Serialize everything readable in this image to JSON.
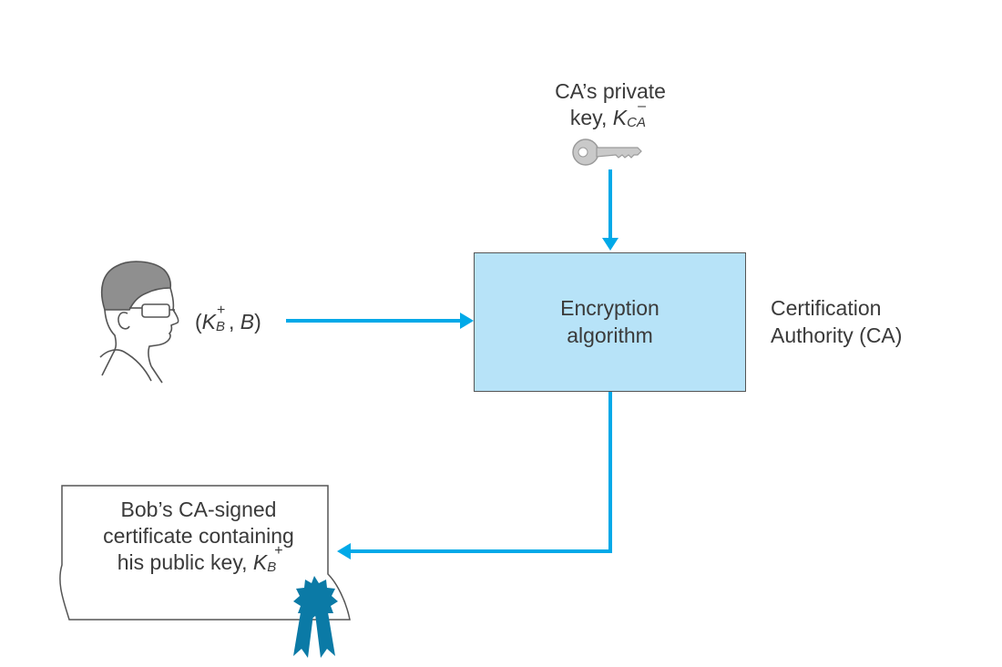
{
  "ca_key_label": {
    "line1": "CA’s private",
    "line2_prefix": "key, ",
    "key_symbol": "K",
    "key_subscript": "CA",
    "key_superscript": "–"
  },
  "bob_input_label": {
    "open": "(",
    "key_symbol": "K",
    "key_subscript": "B",
    "key_superscript": "+",
    "separator": ", ",
    "identity": "B",
    "close": ")"
  },
  "encryption_box": {
    "line1": "Encryption",
    "line2": "algorithm"
  },
  "ca_label": {
    "line1": "Certification",
    "line2": "Authority (CA)"
  },
  "certificate_label": {
    "line1": "Bob’s CA-signed",
    "line2": "certificate containing",
    "line3_prefix": "his public key, ",
    "key_symbol": "K",
    "key_subscript": "B",
    "key_superscript": "+"
  },
  "colors": {
    "arrow": "#00a9e8",
    "box_fill": "#b7e3f8",
    "box_border": "#555555",
    "ribbon": "#0b7aa6",
    "key_gray": "#b8b8b8"
  }
}
